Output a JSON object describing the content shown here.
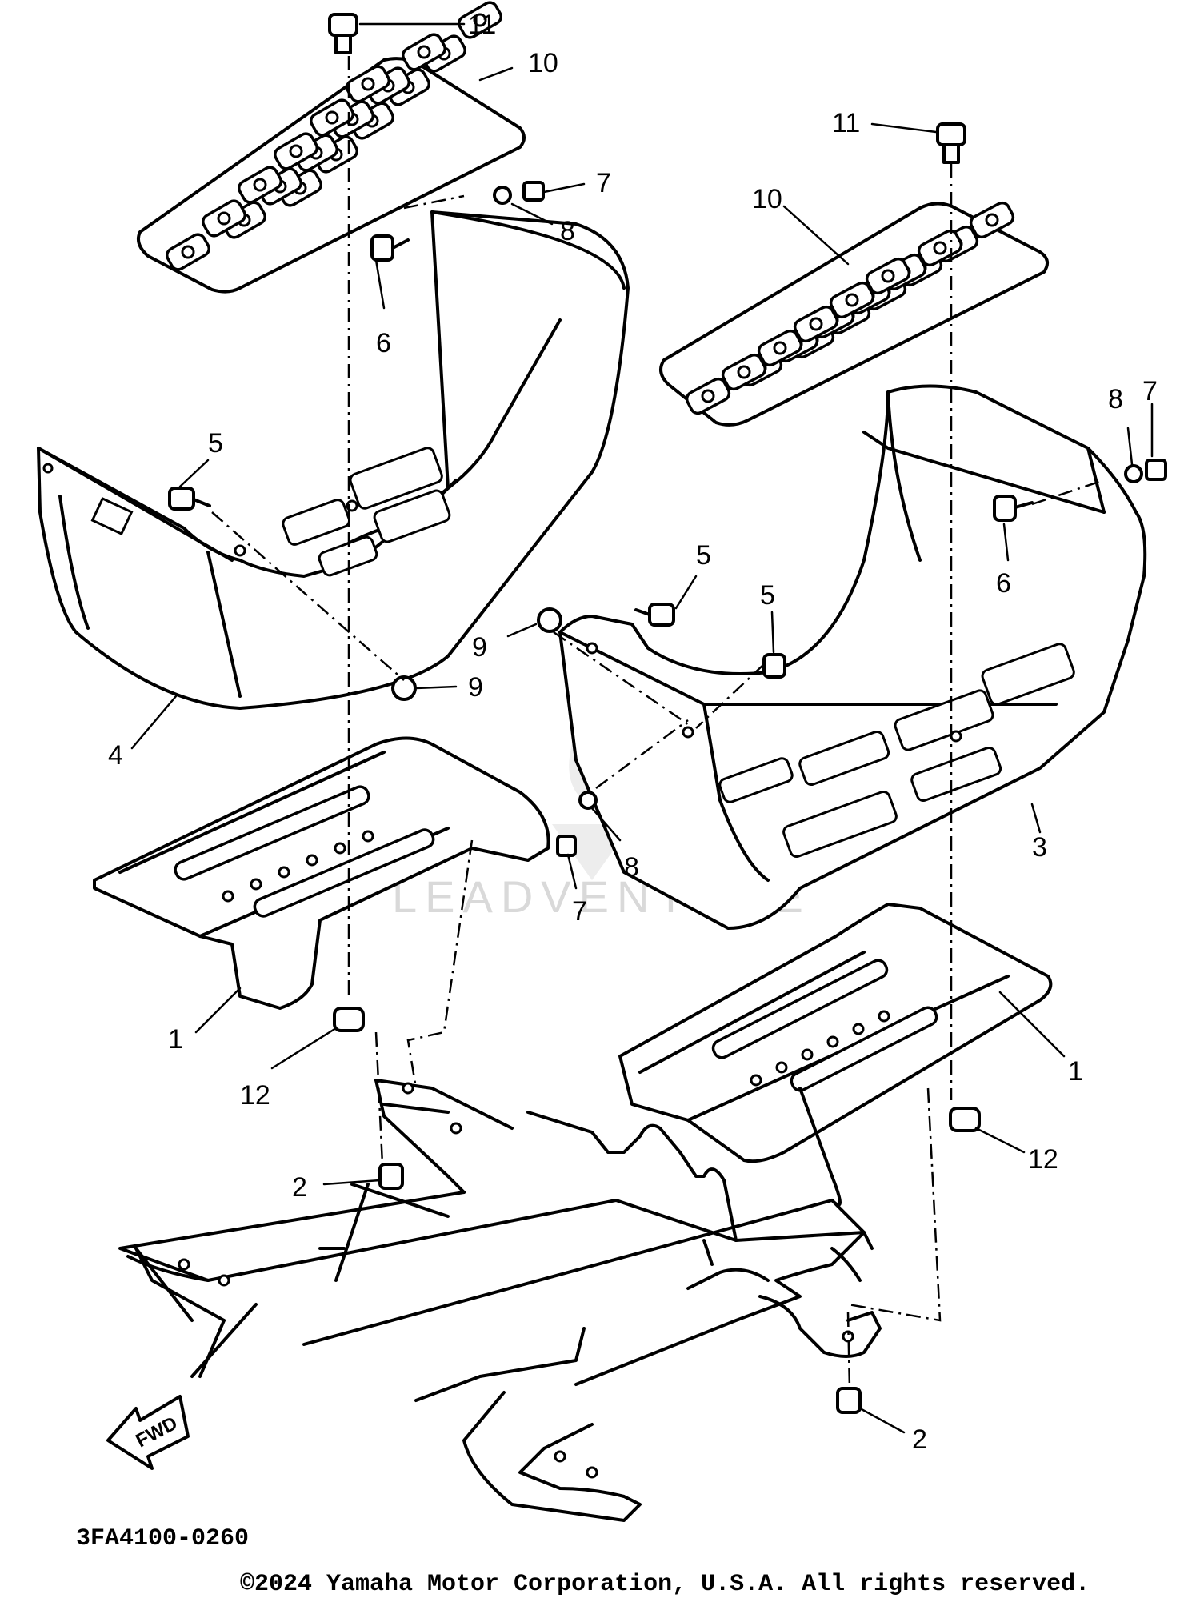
{
  "diagram": {
    "part_number": "3FA4100-0260",
    "copyright": "©2024 Yamaha Motor Corporation, U.S.A. All rights reserved.",
    "watermark": "LEADVENTURE",
    "fwd_label": "FWD",
    "callouts": [
      {
        "id": "c11a",
        "label": "11"
      },
      {
        "id": "c10a",
        "label": "10"
      },
      {
        "id": "c7a",
        "label": "7"
      },
      {
        "id": "c8a",
        "label": "8"
      },
      {
        "id": "c6a",
        "label": "6"
      },
      {
        "id": "c5a",
        "label": "5"
      },
      {
        "id": "c9a",
        "label": "9"
      },
      {
        "id": "c4",
        "label": "4"
      },
      {
        "id": "c1a",
        "label": "1"
      },
      {
        "id": "c12a",
        "label": "12"
      },
      {
        "id": "c2a",
        "label": "2"
      },
      {
        "id": "c11b",
        "label": "11"
      },
      {
        "id": "c10b",
        "label": "10"
      },
      {
        "id": "c8b",
        "label": "8"
      },
      {
        "id": "c7b",
        "label": "7"
      },
      {
        "id": "c6b",
        "label": "6"
      },
      {
        "id": "c5b",
        "label": "5"
      },
      {
        "id": "c5c",
        "label": "5"
      },
      {
        "id": "c9b",
        "label": "9"
      },
      {
        "id": "c3",
        "label": "3"
      },
      {
        "id": "c8c",
        "label": "8"
      },
      {
        "id": "c7c",
        "label": "7"
      },
      {
        "id": "c1b",
        "label": "1"
      },
      {
        "id": "c12b",
        "label": "12"
      },
      {
        "id": "c2b",
        "label": "2"
      }
    ]
  }
}
